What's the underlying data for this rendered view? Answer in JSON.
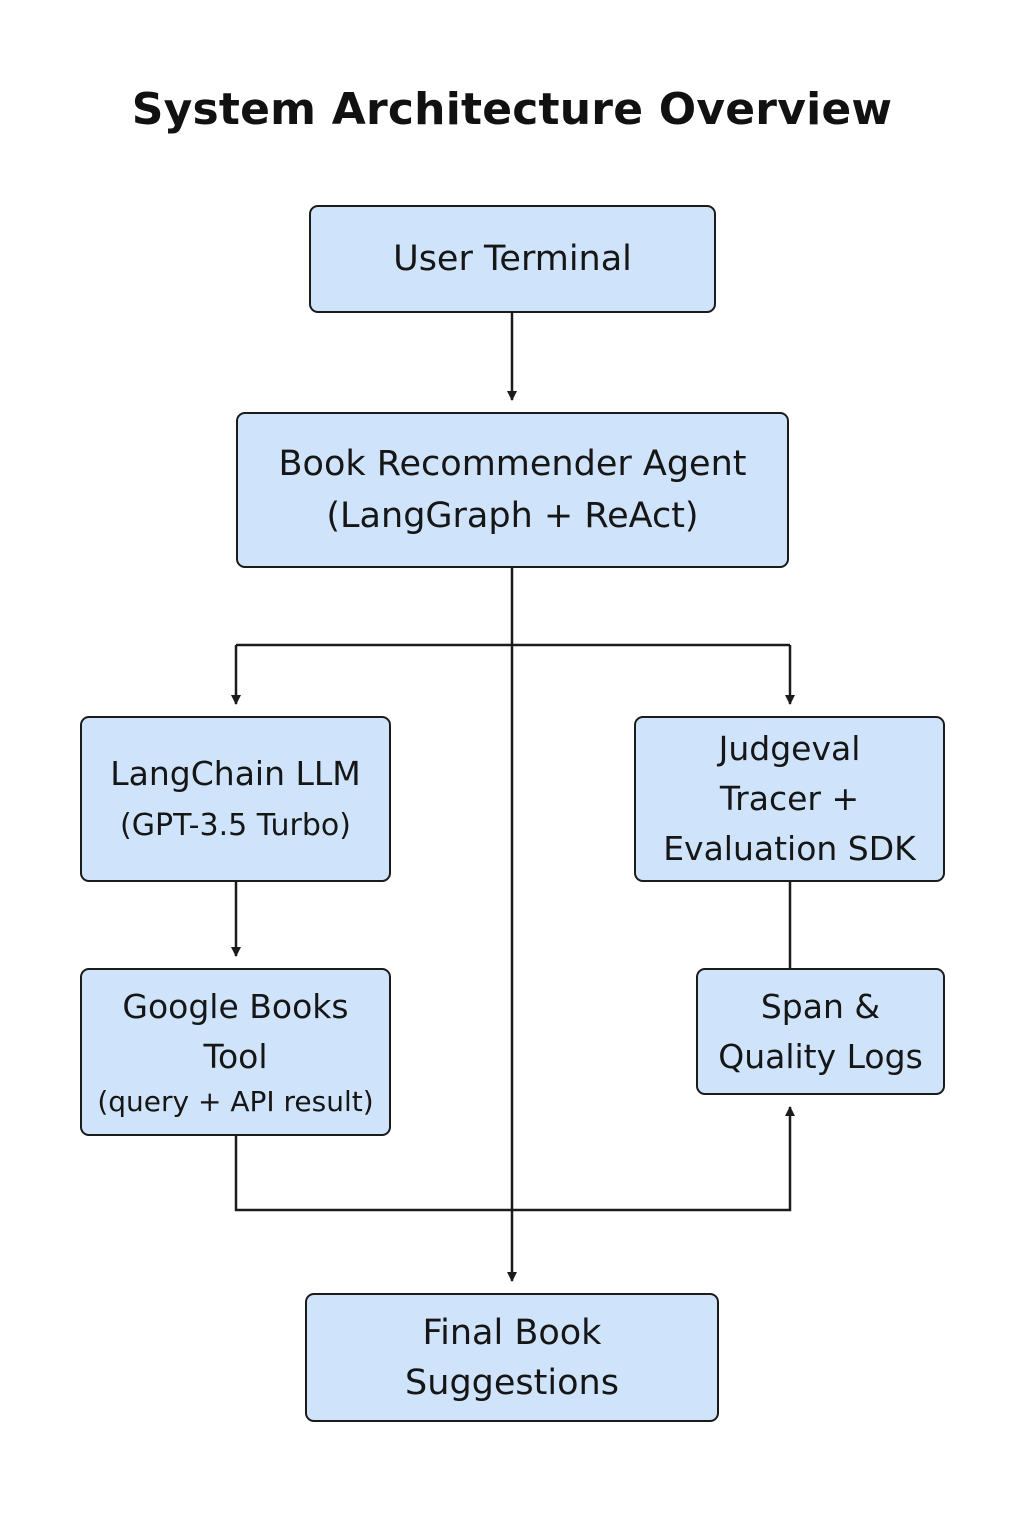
{
  "title": "System Architecture Overview",
  "nodes": {
    "user_terminal": {
      "line1": "User Terminal"
    },
    "agent": {
      "line1": "Book Recommender Agent",
      "line2": "(LangGraph + ReAct)"
    },
    "llm": {
      "line1": "LangChain LLM",
      "line2": "(GPT-3.5 Turbo)"
    },
    "judgeval": {
      "line1": "Judgeval",
      "line2": "Tracer +",
      "line3": "Evaluation SDK"
    },
    "google_books": {
      "line1": "Google Books",
      "line2": "Tool",
      "line3": "(query  + API result)"
    },
    "logs": {
      "line1": "Span &",
      "line2": "Quality Logs"
    },
    "final": {
      "line1": "Final Book",
      "line2": "Suggestions"
    }
  },
  "colors": {
    "node_fill": "#cfe4fb",
    "node_border": "#1b1b1b",
    "line": "#1b1b1b",
    "background": "#ffffff"
  }
}
